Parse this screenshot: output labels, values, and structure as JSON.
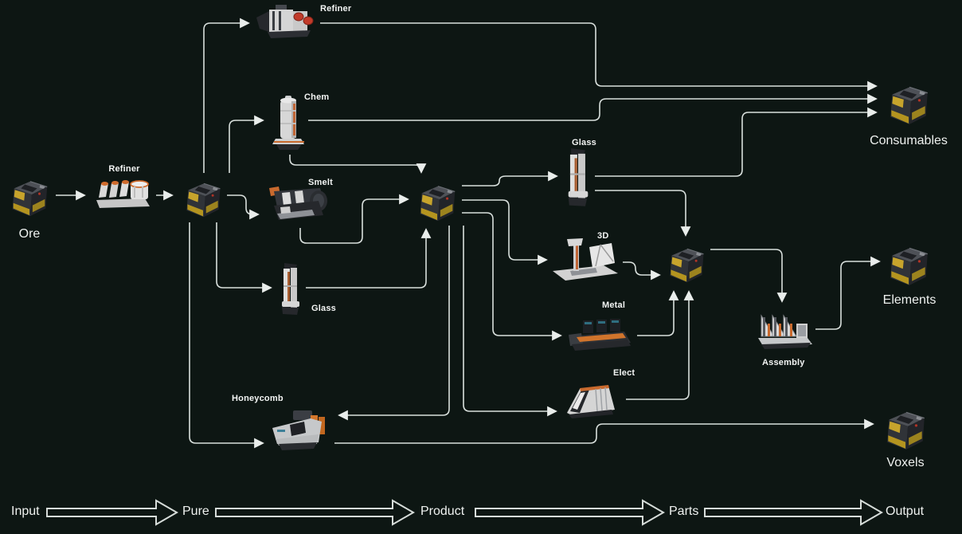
{
  "colors": {
    "background": "#0d1613",
    "connector_line": "#d9e0dd",
    "label_text": "#eef1ef",
    "container_yellow": "#c7a42c",
    "machine_orange": "#c96a2e"
  },
  "nodes": {
    "ore": {
      "label": "Ore",
      "type": "container"
    },
    "refiner_input": {
      "label": "Refiner",
      "type": "machine"
    },
    "pure_container": {
      "type": "container"
    },
    "refiner_top": {
      "label": "Refiner",
      "type": "machine"
    },
    "chem": {
      "label": "Chem",
      "type": "machine"
    },
    "smelt": {
      "label": "Smelt",
      "type": "machine"
    },
    "glass_pure": {
      "label": "Glass",
      "type": "machine"
    },
    "honeycomb": {
      "label": "Honeycomb",
      "type": "machine"
    },
    "product_container": {
      "type": "container"
    },
    "glass_product": {
      "label": "Glass",
      "type": "machine"
    },
    "printer_3d": {
      "label": "3D",
      "type": "machine"
    },
    "metalwork": {
      "label": "Metal",
      "type": "machine"
    },
    "electronics": {
      "label": "Elect",
      "type": "machine"
    },
    "parts_container": {
      "type": "container"
    },
    "assembly": {
      "label": "Assembly",
      "type": "machine"
    },
    "consumables": {
      "label": "Consumables",
      "type": "container"
    },
    "elements": {
      "label": "Elements",
      "type": "container"
    },
    "voxels": {
      "label": "Voxels",
      "type": "container"
    }
  },
  "edges": [
    {
      "from": "ore",
      "to": "refiner_input"
    },
    {
      "from": "refiner_input",
      "to": "pure_container"
    },
    {
      "from": "pure_container",
      "to": "refiner_top"
    },
    {
      "from": "pure_container",
      "to": "chem"
    },
    {
      "from": "pure_container",
      "to": "smelt"
    },
    {
      "from": "pure_container",
      "to": "glass_pure"
    },
    {
      "from": "pure_container",
      "to": "honeycomb"
    },
    {
      "from": "refiner_top",
      "to": "consumables"
    },
    {
      "from": "chem",
      "to": "consumables"
    },
    {
      "from": "chem",
      "to": "product_container"
    },
    {
      "from": "smelt",
      "to": "product_container"
    },
    {
      "from": "glass_pure",
      "to": "product_container"
    },
    {
      "from": "product_container",
      "to": "glass_product"
    },
    {
      "from": "product_container",
      "to": "printer_3d"
    },
    {
      "from": "product_container",
      "to": "metalwork"
    },
    {
      "from": "product_container",
      "to": "electronics"
    },
    {
      "from": "product_container",
      "to": "honeycomb"
    },
    {
      "from": "glass_product",
      "to": "consumables"
    },
    {
      "from": "glass_product",
      "to": "parts_container"
    },
    {
      "from": "printer_3d",
      "to": "parts_container"
    },
    {
      "from": "metalwork",
      "to": "parts_container"
    },
    {
      "from": "electronics",
      "to": "parts_container"
    },
    {
      "from": "parts_container",
      "to": "assembly"
    },
    {
      "from": "assembly",
      "to": "elements"
    },
    {
      "from": "honeycomb",
      "to": "voxels"
    }
  ],
  "legend": {
    "stages": [
      "Input",
      "Pure",
      "Product",
      "Parts",
      "Output"
    ]
  }
}
